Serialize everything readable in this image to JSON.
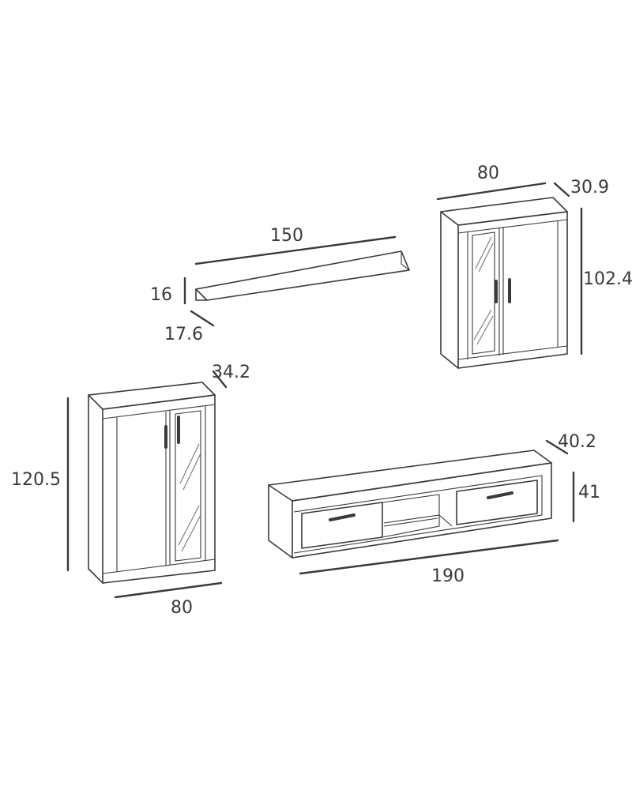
{
  "diagram": {
    "shelf": {
      "width": "150",
      "height": "16",
      "depth": "17.6"
    },
    "wall_cabinet": {
      "width": "80",
      "depth": "30.9",
      "height": "102.4"
    },
    "floor_cabinet": {
      "width": "80",
      "depth": "34.2",
      "height": "120.5"
    },
    "tv_unit": {
      "width": "190",
      "depth": "40.2",
      "height": "41"
    }
  }
}
